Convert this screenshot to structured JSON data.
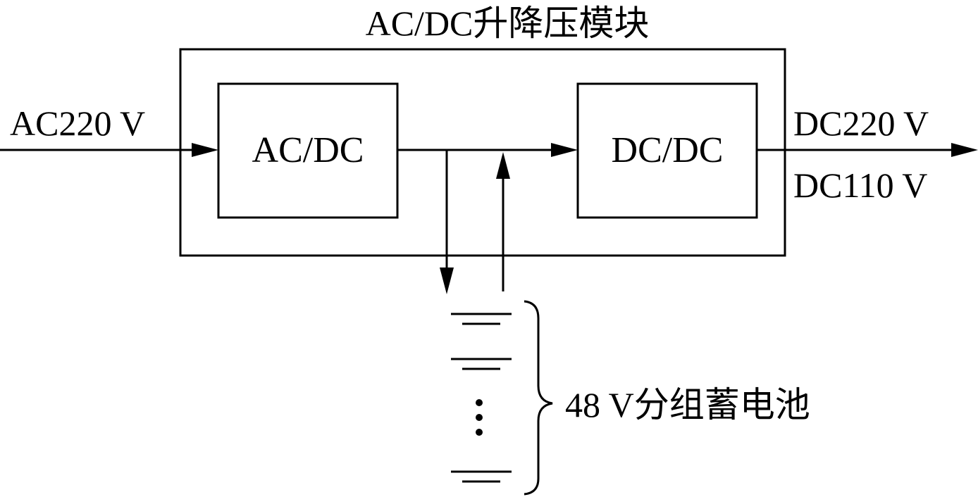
{
  "diagram": {
    "module_title": "AC/DC升降压模块",
    "input_label": "AC220 V",
    "acdc_block_label": "AC/DC",
    "dcdc_block_label": "DC/DC",
    "output_label_1": "DC220 V",
    "output_label_2": "DC110 V",
    "battery_label": "48 V分组蓄电池",
    "battery_ellipsis": "⋮"
  },
  "colors": {
    "stroke": "#000000",
    "background": "#ffffff"
  }
}
